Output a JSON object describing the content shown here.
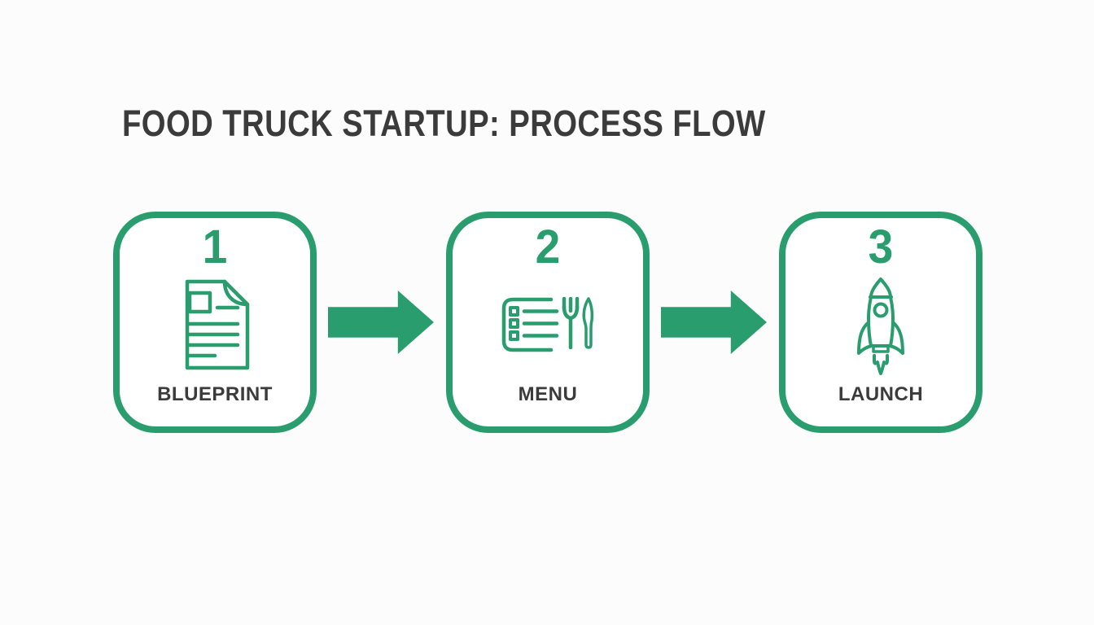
{
  "colors": {
    "accent_green": "#2a9d6f",
    "text_dark": "#3b3b3b",
    "background": "#fcfcfc"
  },
  "header": {
    "title": "FOOD TRUCK STARTUP: PROCESS FLOW"
  },
  "steps": [
    {
      "number": "1",
      "label": "BLUEPRINT",
      "icon": "blueprint-document-icon"
    },
    {
      "number": "2",
      "label": "MENU",
      "icon": "menu-cutlery-icon"
    },
    {
      "number": "3",
      "label": "LAUNCH",
      "icon": "rocket-icon"
    }
  ],
  "connectors": [
    {
      "type": "arrow-right"
    },
    {
      "type": "arrow-right"
    }
  ]
}
